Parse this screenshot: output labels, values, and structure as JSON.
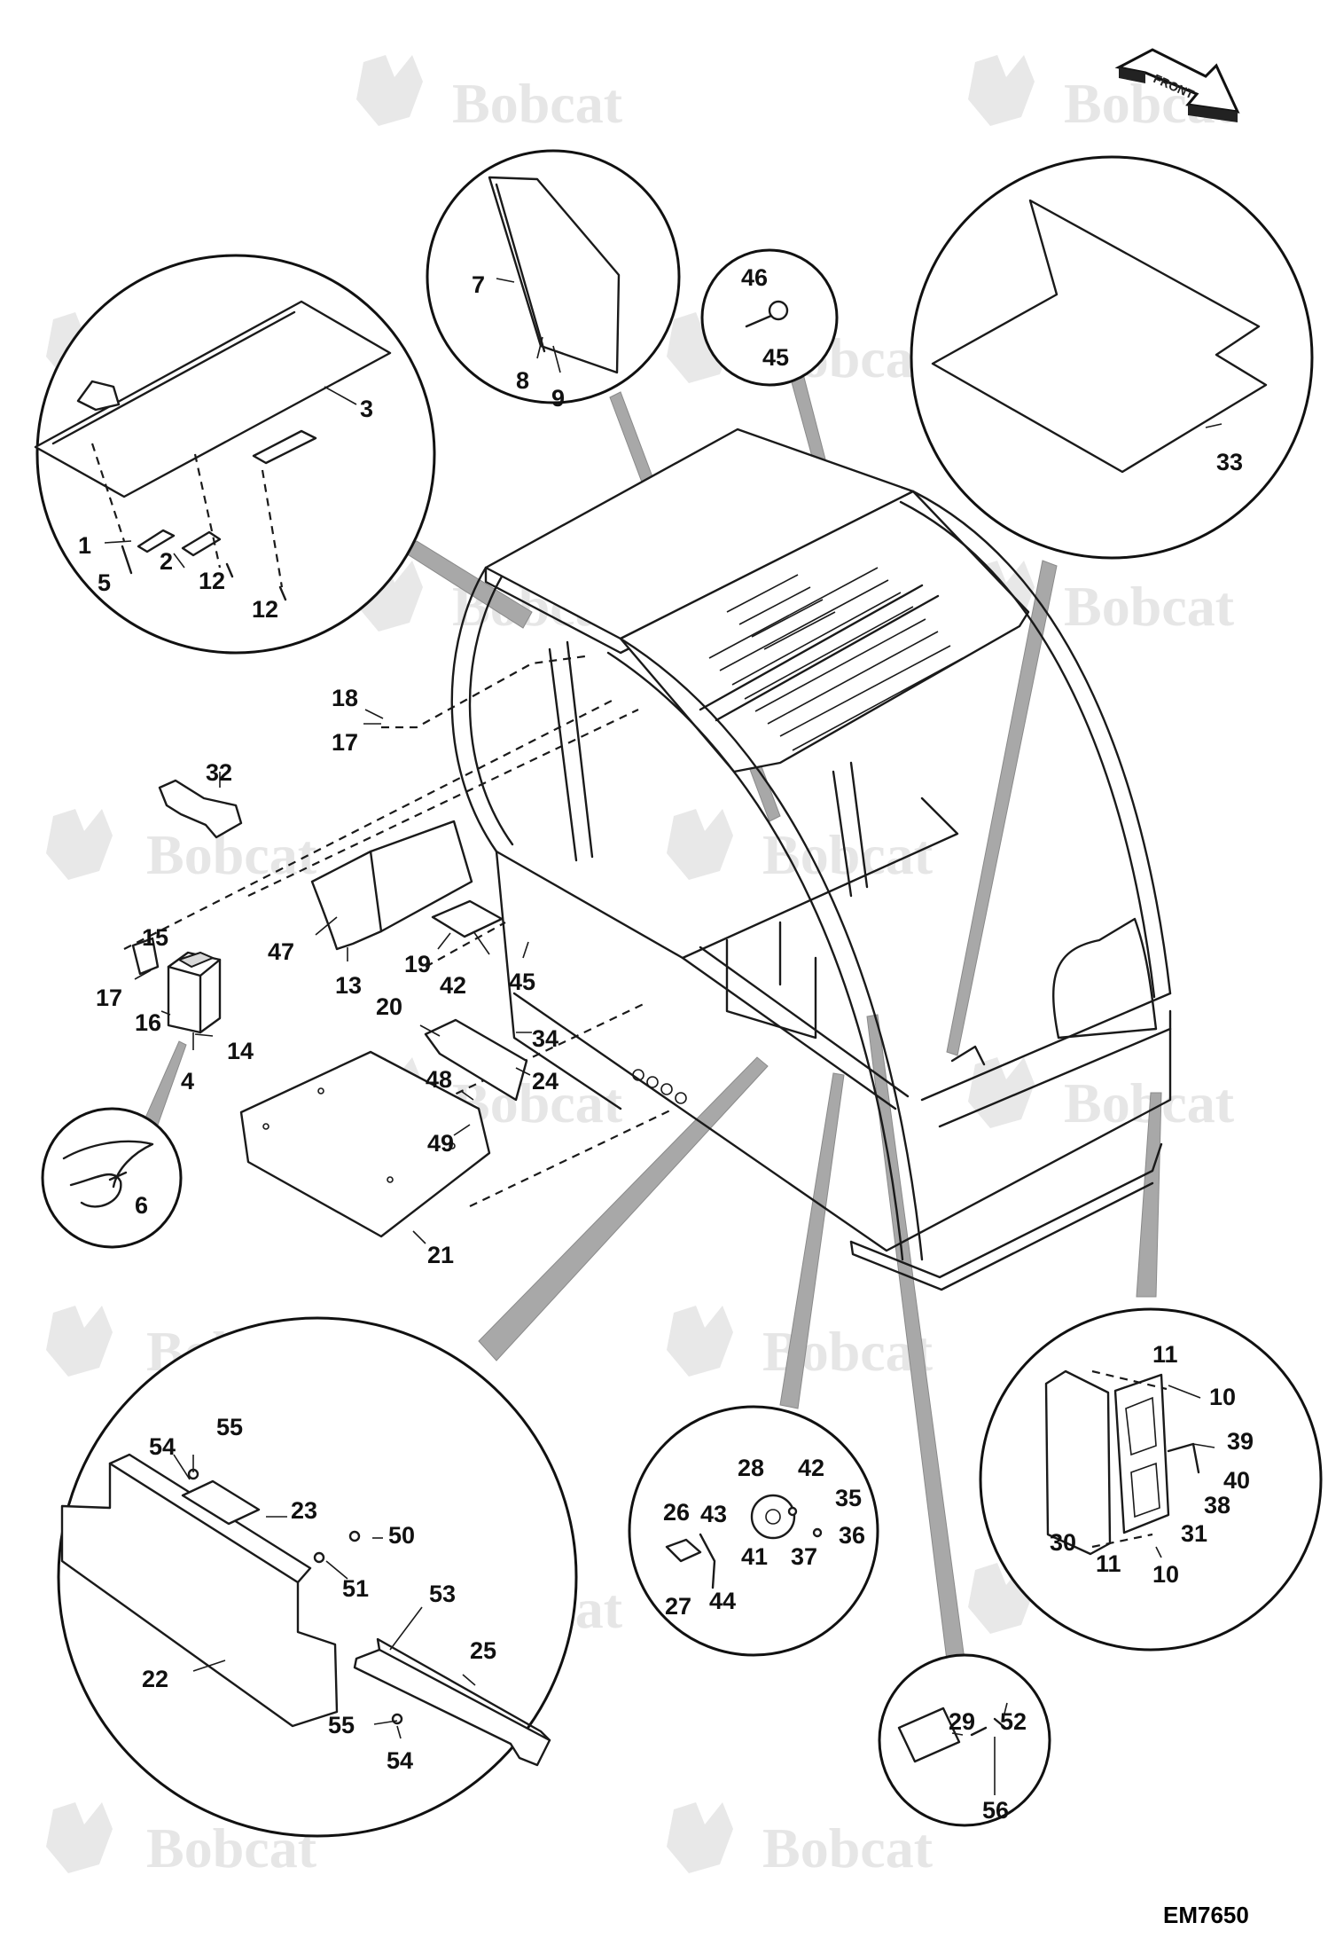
{
  "watermark": "Bobcat",
  "drawing_code": "EM7650",
  "front_label": "FRONT",
  "callouts": [
    {
      "id": "c1",
      "label": "1"
    },
    {
      "id": "c2",
      "label": "2"
    },
    {
      "id": "c3",
      "label": "3"
    },
    {
      "id": "c4",
      "label": "4"
    },
    {
      "id": "c5",
      "label": "5"
    },
    {
      "id": "c6",
      "label": "6"
    },
    {
      "id": "c7",
      "label": "7"
    },
    {
      "id": "c8",
      "label": "8"
    },
    {
      "id": "c9",
      "label": "9"
    },
    {
      "id": "c10a",
      "label": "10"
    },
    {
      "id": "c10b",
      "label": "10"
    },
    {
      "id": "c11a",
      "label": "11"
    },
    {
      "id": "c11b",
      "label": "11"
    },
    {
      "id": "c12a",
      "label": "12"
    },
    {
      "id": "c12b",
      "label": "12"
    },
    {
      "id": "c13",
      "label": "13"
    },
    {
      "id": "c14",
      "label": "14"
    },
    {
      "id": "c15",
      "label": "15"
    },
    {
      "id": "c16",
      "label": "16"
    },
    {
      "id": "c17a",
      "label": "17"
    },
    {
      "id": "c17b",
      "label": "17"
    },
    {
      "id": "c18",
      "label": "18"
    },
    {
      "id": "c19",
      "label": "19"
    },
    {
      "id": "c20",
      "label": "20"
    },
    {
      "id": "c21",
      "label": "21"
    },
    {
      "id": "c22",
      "label": "22"
    },
    {
      "id": "c23",
      "label": "23"
    },
    {
      "id": "c24",
      "label": "24"
    },
    {
      "id": "c25",
      "label": "25"
    },
    {
      "id": "c26",
      "label": "26"
    },
    {
      "id": "c27",
      "label": "27"
    },
    {
      "id": "c28",
      "label": "28"
    },
    {
      "id": "c29",
      "label": "29"
    },
    {
      "id": "c30",
      "label": "30"
    },
    {
      "id": "c31",
      "label": "31"
    },
    {
      "id": "c32",
      "label": "32"
    },
    {
      "id": "c33",
      "label": "33"
    },
    {
      "id": "c34",
      "label": "34"
    },
    {
      "id": "c35",
      "label": "35"
    },
    {
      "id": "c36",
      "label": "36"
    },
    {
      "id": "c37",
      "label": "37"
    },
    {
      "id": "c38",
      "label": "38"
    },
    {
      "id": "c39",
      "label": "39"
    },
    {
      "id": "c40",
      "label": "40"
    },
    {
      "id": "c41",
      "label": "41"
    },
    {
      "id": "c42a",
      "label": "42"
    },
    {
      "id": "c42b",
      "label": "42"
    },
    {
      "id": "c43",
      "label": "43"
    },
    {
      "id": "c44",
      "label": "44"
    },
    {
      "id": "c45a",
      "label": "45"
    },
    {
      "id": "c45b",
      "label": "45"
    },
    {
      "id": "c46",
      "label": "46"
    },
    {
      "id": "c47",
      "label": "47"
    },
    {
      "id": "c48",
      "label": "48"
    },
    {
      "id": "c49",
      "label": "49"
    },
    {
      "id": "c50",
      "label": "50"
    },
    {
      "id": "c51",
      "label": "51"
    },
    {
      "id": "c52",
      "label": "52"
    },
    {
      "id": "c53",
      "label": "53"
    },
    {
      "id": "c54a",
      "label": "54"
    },
    {
      "id": "c54b",
      "label": "54"
    },
    {
      "id": "c55a",
      "label": "55"
    },
    {
      "id": "c55b",
      "label": "55"
    },
    {
      "id": "c56",
      "label": "56"
    }
  ]
}
